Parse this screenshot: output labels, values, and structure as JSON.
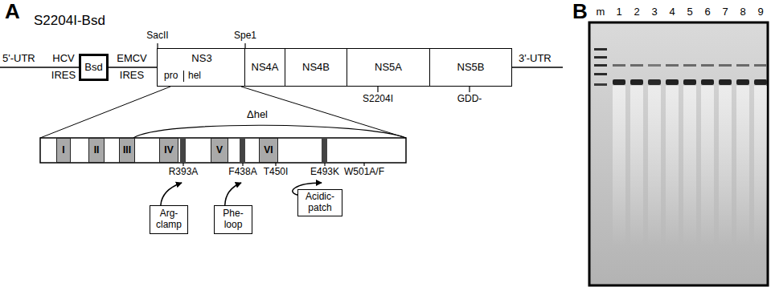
{
  "diagram": {
    "nodes": [
      {
        "text": [
          "Bsd"
        ]
      },
      {
        "text": [
          "NS3",
          "pro",
          "hel"
        ]
      },
      {
        "text": [
          "NS4A"
        ]
      },
      {
        "text": [
          "NS4B"
        ]
      },
      {
        "text": [
          "NS5A"
        ]
      },
      {
        "text": [
          "NS5B"
        ]
      },
      {
        "text": [
          "I"
        ]
      },
      {
        "text": [
          "II"
        ]
      },
      {
        "text": [
          "III"
        ]
      },
      {
        "text": [
          "IV"
        ]
      },
      {
        "text": [
          "V"
        ]
      },
      {
        "text": [
          "VI"
        ]
      },
      {
        "text": [
          "Arg- clamp"
        ]
      },
      {
        "text": [
          "Phe- loop"
        ]
      },
      {
        "text": [
          "Acidic- patch"
        ]
      }
    ],
    "labels": [
      "A",
      "S2204I-Bsd",
      "SacII",
      "Spe1",
      "5'-UTR",
      "HCV",
      "IRES",
      "EMCV",
      "IRES",
      "3'-UTR",
      "S2204I",
      "GDD-",
      "Δhel",
      "R393A",
      "F438A",
      "T450I",
      "E493K",
      "W501A/F",
      "B",
      "m",
      "1",
      "2",
      "3",
      "4",
      "5",
      "6",
      "7",
      "8",
      "9"
    ]
  }
}
